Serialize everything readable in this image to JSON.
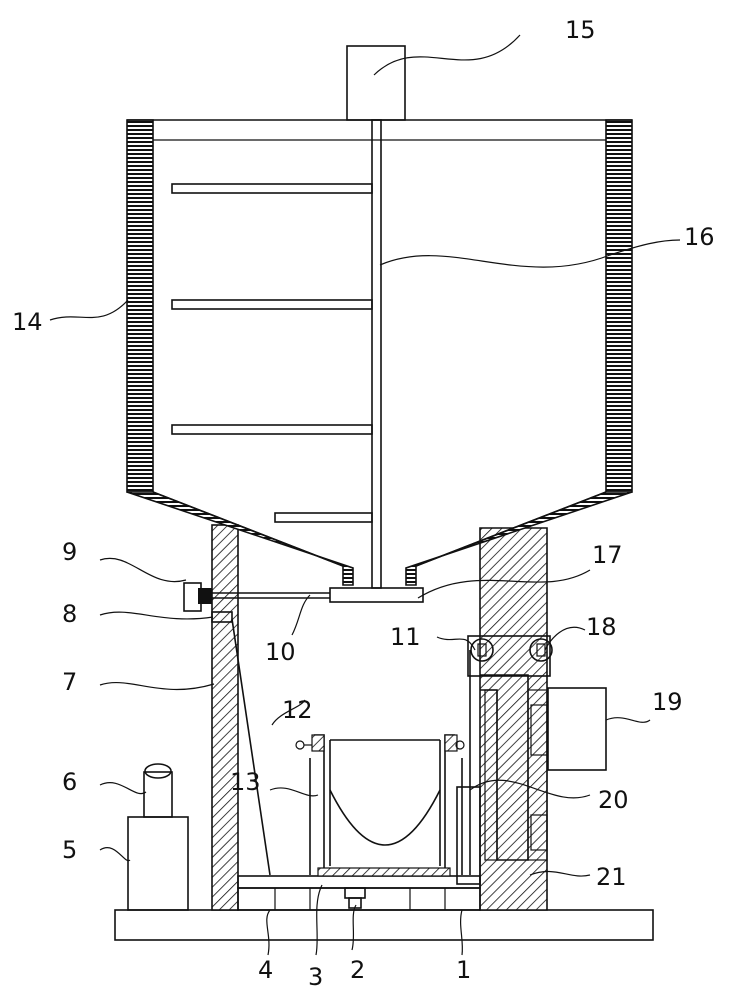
{
  "colors": {
    "line": "#111111",
    "background": "#ffffff"
  },
  "labels": {
    "l1": "1",
    "l2": "2",
    "l3": "3",
    "l4": "4",
    "l5": "5",
    "l6": "6",
    "l7": "7",
    "l8": "8",
    "l9": "9",
    "l10": "10",
    "l11": "11",
    "l12": "12",
    "l13": "13",
    "l14": "14",
    "l15": "15",
    "l16": "16",
    "l17": "17",
    "l18": "18",
    "l19": "19",
    "l20": "20",
    "l21": "21"
  }
}
